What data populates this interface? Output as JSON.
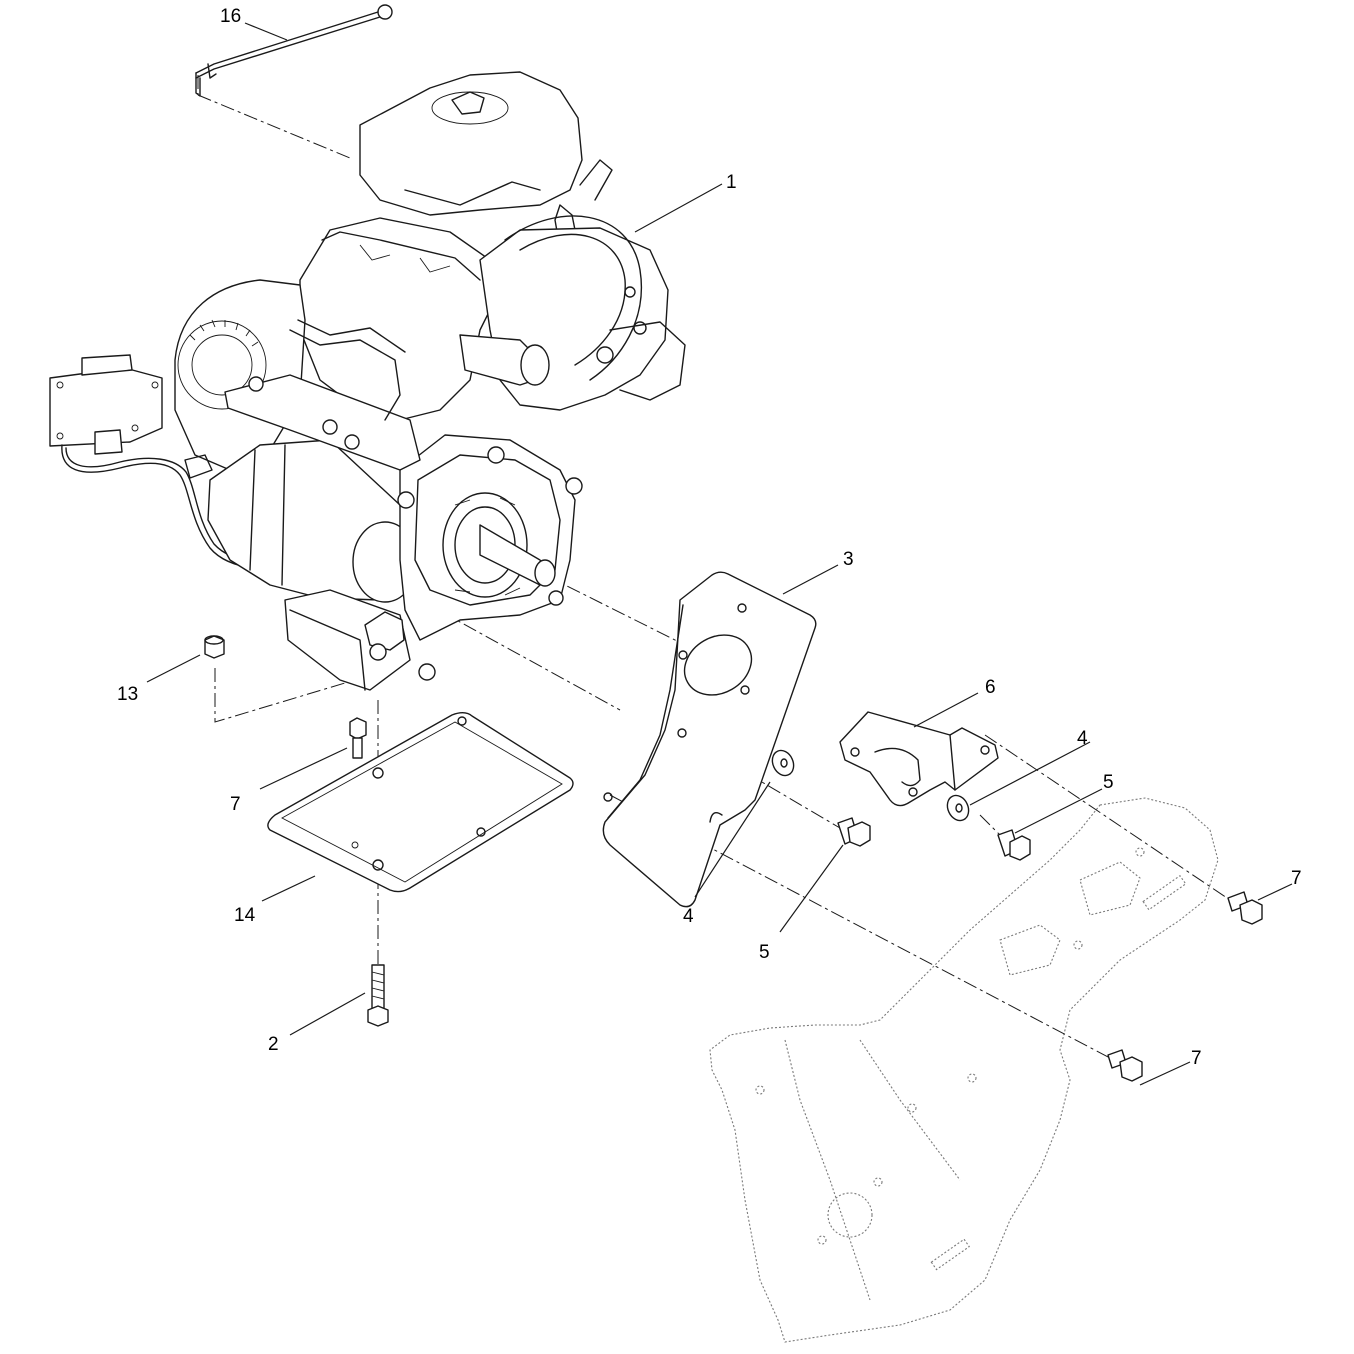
{
  "callouts": [
    {
      "id": "c16",
      "text": "16"
    },
    {
      "id": "c1",
      "text": "1"
    },
    {
      "id": "c3",
      "text": "3"
    },
    {
      "id": "c13",
      "text": "13"
    },
    {
      "id": "c6",
      "text": "6"
    },
    {
      "id": "c4a",
      "text": "4"
    },
    {
      "id": "c5a",
      "text": "5"
    },
    {
      "id": "c7a",
      "text": "7"
    },
    {
      "id": "c7b",
      "text": "7"
    },
    {
      "id": "c4b",
      "text": "4"
    },
    {
      "id": "c5b",
      "text": "5"
    },
    {
      "id": "c14",
      "text": "14"
    },
    {
      "id": "c2",
      "text": "2"
    },
    {
      "id": "c7c",
      "text": "7"
    }
  ]
}
